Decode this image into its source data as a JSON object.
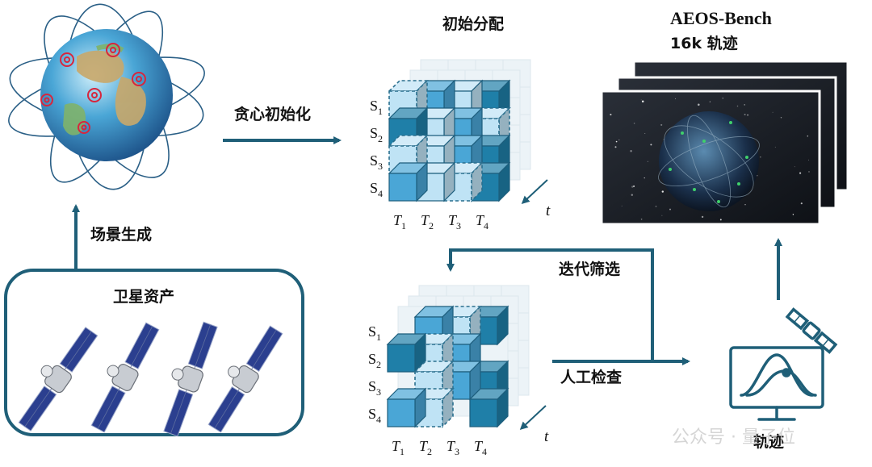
{
  "labels": {
    "greedy_init": "贪心初始化",
    "scene_gen": "场景生成",
    "satellite_assets": "卫星资产",
    "initial_allocation": "初始分配",
    "iterative_filter": "迭代筛选",
    "manual_check": "人工检查",
    "trajectory": "轨迹",
    "bench_title": "AEOS-Bench",
    "bench_subtitle": "16k 轨迹"
  },
  "matrix": {
    "rows": [
      "S",
      "S",
      "S",
      "S"
    ],
    "row_subs": [
      "1",
      "2",
      "3",
      "4"
    ],
    "cols": [
      "T",
      "T",
      "T",
      "T"
    ],
    "col_subs": [
      "1",
      "2",
      "3",
      "4"
    ],
    "time_label": "t"
  },
  "watermark": "公众号 · 量子位",
  "colors": {
    "arrow": "#1f5f78",
    "frame": "#1f5f78",
    "cube_dark": "#1f7fa8",
    "cube_mid": "#4aa6d6",
    "cube_light": "#bfe3f5",
    "ghost": "#e9f1f6"
  }
}
